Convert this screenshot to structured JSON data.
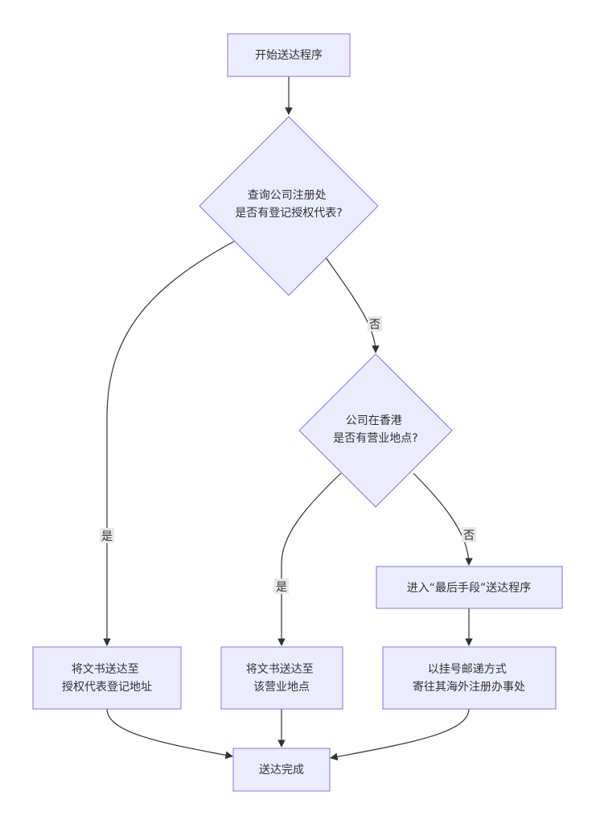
{
  "nodes": {
    "start": {
      "lines": [
        "开始送达程序"
      ]
    },
    "decision_rep": {
      "lines": [
        "查询公司注册处",
        "是否有登记授权代表?"
      ]
    },
    "decision_hk": {
      "lines": [
        "公司在香港",
        "是否有营业地点?"
      ]
    },
    "last_resort": {
      "lines": [
        "进入“最后手段”送达程序"
      ]
    },
    "serve_rep": {
      "lines": [
        "将文书送达至",
        "授权代表登记地址"
      ]
    },
    "serve_place": {
      "lines": [
        "将文书送达至",
        "该营业地点"
      ]
    },
    "mail_overseas": {
      "lines": [
        "以挂号邮递方式",
        "寄往其海外注册办事处"
      ]
    },
    "done": {
      "lines": [
        "送达完成"
      ]
    }
  },
  "edge_labels": {
    "rep_no": "否",
    "rep_yes": "是",
    "hk_yes": "是",
    "hk_no": "否"
  },
  "colors": {
    "node_fill": "#ECECFF",
    "node_stroke": "#9370DB",
    "edge": "#333333",
    "label_bg": "#e8e8e8"
  }
}
